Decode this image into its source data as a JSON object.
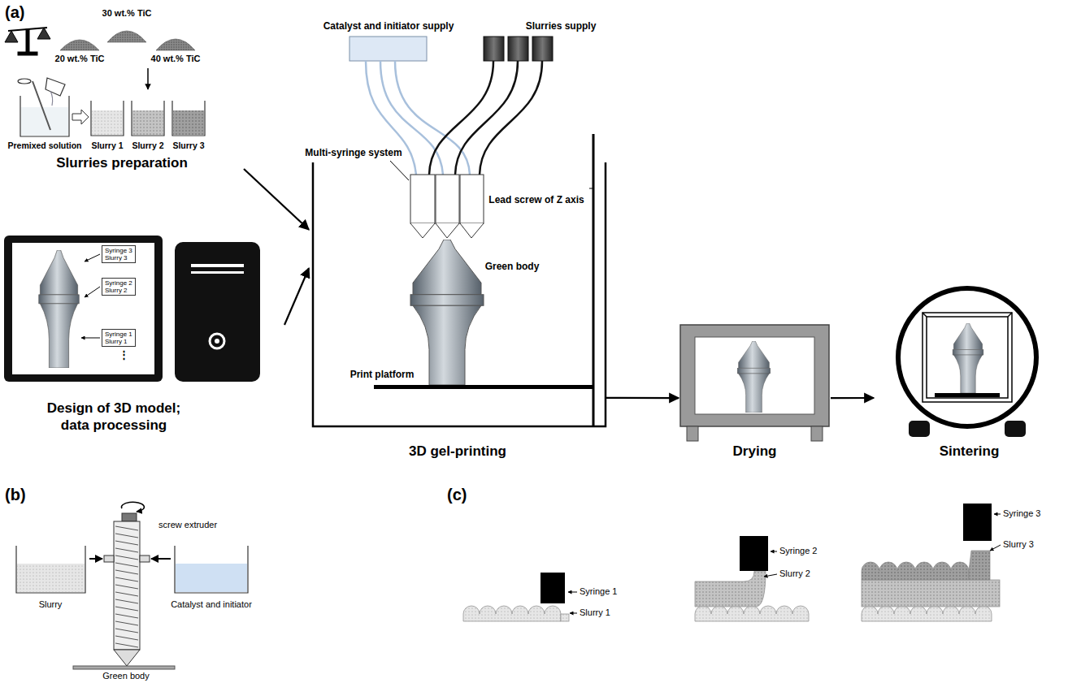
{
  "diagram": {
    "nodes": [
      {
        "text": [
          "Slurries preparation"
        ]
      },
      {
        "text": [
          "Design of 3D model; data processing"
        ]
      },
      {
        "text": [
          "Syringe 3",
          "Slurry 3"
        ],
        "in": 1
      },
      {
        "text": [
          "Syringe 2",
          "Slurry 2"
        ],
        "in": 1
      },
      {
        "text": [
          "Syringe 1",
          "Slurry 1"
        ],
        "in": 1
      },
      {
        "text": [
          "3D gel-printing"
        ]
      },
      {
        "text": [
          "Drying"
        ]
      },
      {
        "text": [
          "Sintering"
        ]
      }
    ],
    "edges": [
      {
        "from": 0,
        "to": 5,
        "arrow": "to"
      },
      {
        "from": 1,
        "to": 5,
        "arrow": "to"
      },
      {
        "from": 5,
        "to": 6,
        "arrow": "to"
      },
      {
        "from": 6,
        "to": 7,
        "arrow": "to"
      }
    ],
    "labels": [
      "(a)",
      "30 wt.% TiC",
      "20 wt.% TiC",
      "40 wt.% TiC",
      "Premixed solution",
      "Slurry 1",
      "Slurry 2",
      "Slurry 3",
      "⋮",
      "Catalyst and initiator supply",
      "Slurries supply",
      "Multi-syringe system",
      "Lead screw of Z axis",
      "Green body",
      "Print platform",
      "(b)",
      "screw extruder",
      "Slurry",
      "Catalyst and initiator",
      "Green body",
      "(c)",
      "Syringe 1",
      "Slurry 1",
      "Syringe 2",
      "Slurry 2",
      "Syringe 3",
      "Slurry 3"
    ]
  }
}
